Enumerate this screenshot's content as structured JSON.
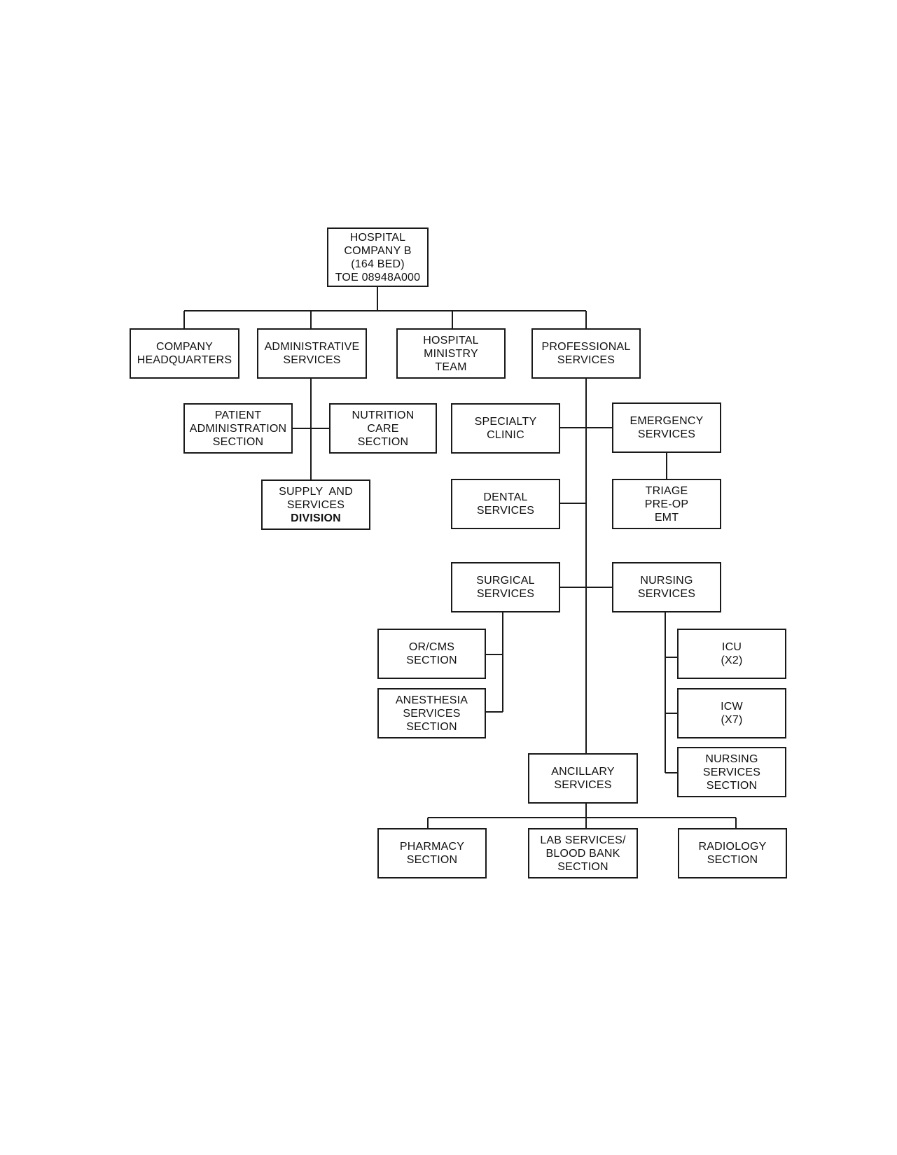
{
  "nodes": {
    "hospital_company_b": [
      "HOSPITAL",
      "COMPANY B",
      "(164 BED)",
      "TOE 08948A000"
    ],
    "company_headquarters": [
      "COMPANY",
      "HEADQUARTERS"
    ],
    "administrative_services": [
      "ADMINISTRATIVE",
      "SERVICES"
    ],
    "hospital_ministry_team": [
      "HOSPITAL",
      "MINISTRY",
      "TEAM"
    ],
    "professional_services": [
      "PROFESSIONAL",
      "SERVICES"
    ],
    "patient_administration_section": [
      "PATIENT",
      "ADMINISTRATION",
      "SECTION"
    ],
    "nutrition_care_section": [
      "NUTRITION",
      "CARE",
      "SECTION"
    ],
    "supply_and_services_division": [
      "SUPPLY  AND",
      "SERVICES",
      "DIVISION"
    ],
    "specialty_clinic": [
      "SPECIALTY",
      "CLINIC"
    ],
    "emergency_services": [
      "EMERGENCY",
      "SERVICES"
    ],
    "dental_services": [
      "DENTAL",
      "SERVICES"
    ],
    "triage_preop_emt": [
      "TRIAGE",
      "PRE-OP",
      "EMT"
    ],
    "surgical_services": [
      "SURGICAL",
      "SERVICES"
    ],
    "nursing_services": [
      "NURSING",
      "SERVICES"
    ],
    "or_cms_section": [
      "OR/CMS",
      "SECTION"
    ],
    "anesthesia_services_section": [
      "ANESTHESIA",
      "SERVICES",
      "SECTION"
    ],
    "icu": [
      "ICU",
      "(X2)"
    ],
    "icw": [
      "ICW",
      "(X7)"
    ],
    "nursing_services_section": [
      "NURSING",
      "SERVICES",
      "SECTION"
    ],
    "ancillary_services": [
      "ANCILLARY",
      "SERVICES"
    ],
    "pharmacy_section": [
      "PHARMACY",
      "SECTION"
    ],
    "lab_services_blood_bank_section": [
      "LAB SERVICES/",
      "BLOOD BANK",
      "SECTION"
    ],
    "radiology_section": [
      "RADIOLOGY",
      "SECTION"
    ]
  },
  "edges": [
    [
      "hospital_company_b",
      "company_headquarters"
    ],
    [
      "hospital_company_b",
      "administrative_services"
    ],
    [
      "hospital_company_b",
      "hospital_ministry_team"
    ],
    [
      "hospital_company_b",
      "professional_services"
    ],
    [
      "administrative_services",
      "patient_administration_section"
    ],
    [
      "administrative_services",
      "nutrition_care_section"
    ],
    [
      "administrative_services",
      "supply_and_services_division"
    ],
    [
      "professional_services",
      "specialty_clinic"
    ],
    [
      "professional_services",
      "emergency_services"
    ],
    [
      "emergency_services",
      "triage_preop_emt"
    ],
    [
      "professional_services",
      "dental_services"
    ],
    [
      "professional_services",
      "surgical_services"
    ],
    [
      "professional_services",
      "nursing_services"
    ],
    [
      "surgical_services",
      "or_cms_section"
    ],
    [
      "surgical_services",
      "anesthesia_services_section"
    ],
    [
      "nursing_services",
      "icu"
    ],
    [
      "nursing_services",
      "icw"
    ],
    [
      "nursing_services",
      "nursing_services_section"
    ],
    [
      "professional_services",
      "ancillary_services"
    ],
    [
      "ancillary_services",
      "pharmacy_section"
    ],
    [
      "ancillary_services",
      "lab_services_blood_bank_section"
    ],
    [
      "ancillary_services",
      "radiology_section"
    ]
  ]
}
